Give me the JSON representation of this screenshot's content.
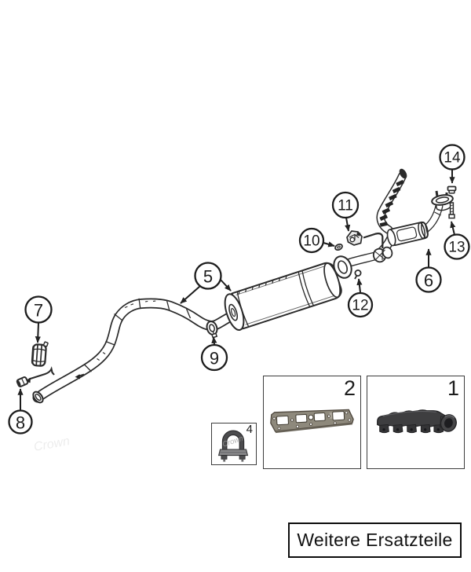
{
  "diagram": {
    "watermark": "Crown",
    "callouts": [
      {
        "label": "5"
      },
      {
        "label": "6"
      },
      {
        "label": "7"
      },
      {
        "label": "8"
      },
      {
        "label": "9"
      },
      {
        "label": "10"
      },
      {
        "label": "11"
      },
      {
        "label": "12"
      },
      {
        "label": "13"
      },
      {
        "label": "14"
      }
    ]
  },
  "part_boxes": [
    {
      "number": "1"
    },
    {
      "number": "2"
    },
    {
      "number": "4"
    }
  ],
  "footer": {
    "more_parts_label": "Weitere Ersatzteile"
  },
  "colors": {
    "line": "#2a2a2a",
    "manifold": "#3e3e40",
    "gasket": "#8e897c",
    "clamp": "#4c4c4e"
  }
}
